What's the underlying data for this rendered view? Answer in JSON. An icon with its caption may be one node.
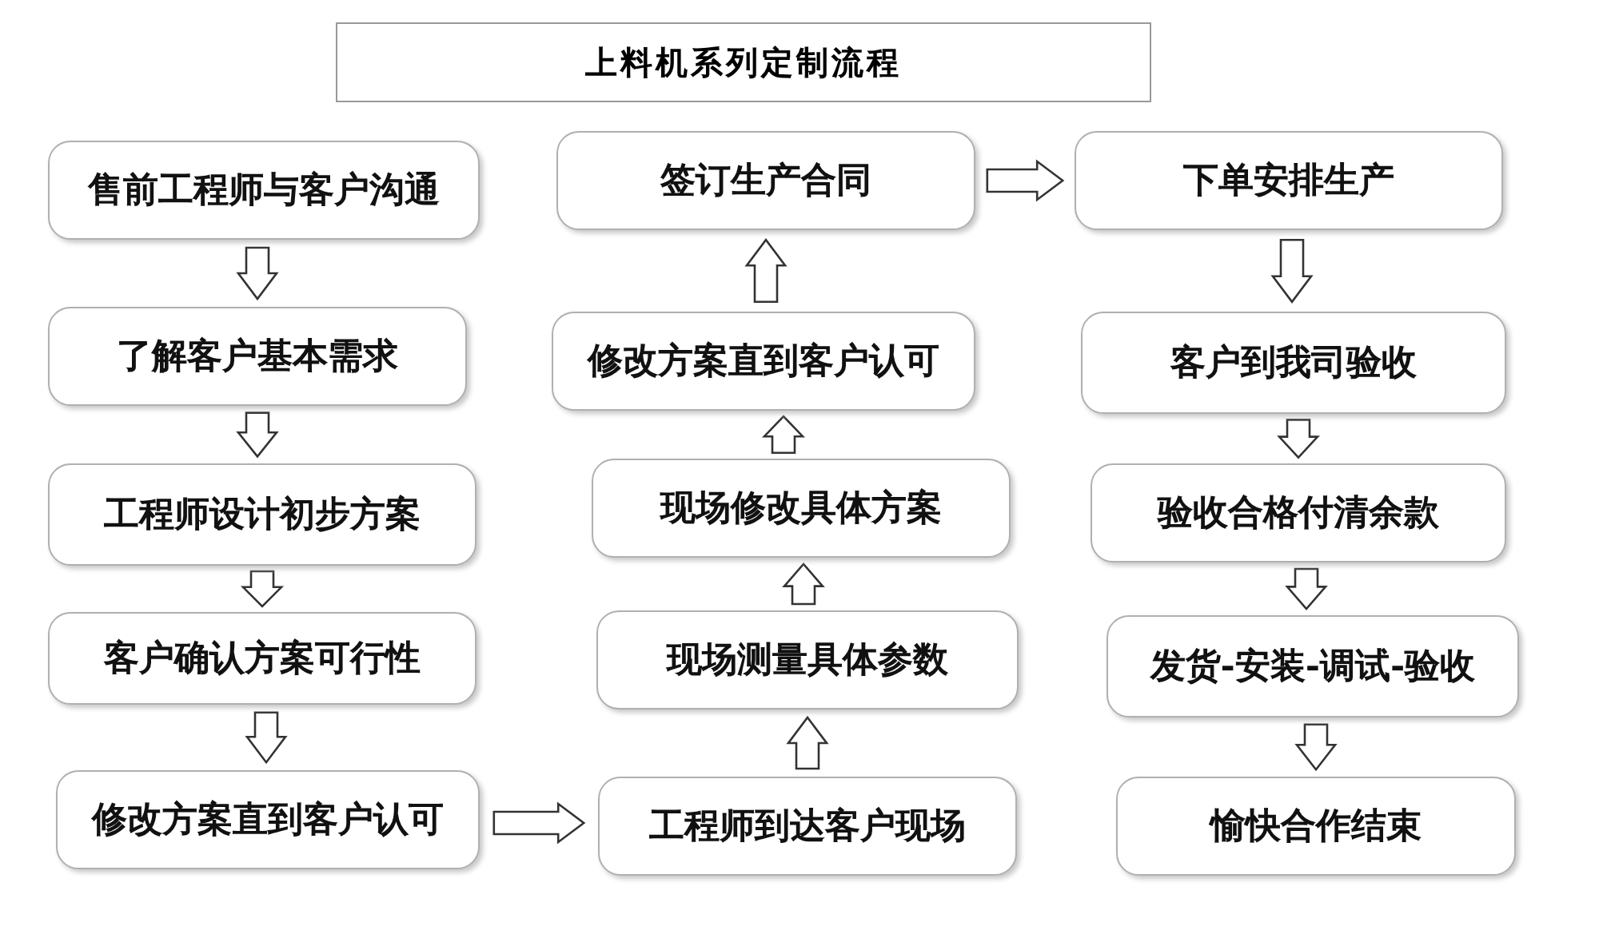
{
  "diagram": {
    "title": "上料机系列定制流程",
    "nodes": [
      {
        "text": [
          "售前工程师与客户沟通"
        ]
      },
      {
        "text": [
          "了解客户基本需求"
        ]
      },
      {
        "text": [
          "工程师设计初步方案"
        ]
      },
      {
        "text": [
          "客户确认方案可行性"
        ]
      },
      {
        "text": [
          "修改方案直到客户认可"
        ]
      },
      {
        "text": [
          "签订生产合同"
        ]
      },
      {
        "text": [
          "修改方案直到客户认可"
        ]
      },
      {
        "text": [
          "现场修改具体方案"
        ]
      },
      {
        "text": [
          "现场测量具体参数"
        ]
      },
      {
        "text": [
          "工程师到达客户现场"
        ]
      },
      {
        "text": [
          "下单安排生产"
        ]
      },
      {
        "text": [
          "客户到我司验收"
        ]
      },
      {
        "text": [
          "验收合格付清余款"
        ]
      },
      {
        "text": [
          "发货-安装-调试-验收"
        ]
      },
      {
        "text": [
          "愉快合作结束"
        ]
      }
    ],
    "edges": [
      {
        "from": 0,
        "to": 1,
        "arrow": "to"
      },
      {
        "from": 1,
        "to": 2,
        "arrow": "to"
      },
      {
        "from": 2,
        "to": 3,
        "arrow": "to"
      },
      {
        "from": 3,
        "to": 4,
        "arrow": "to"
      },
      {
        "from": 4,
        "to": 9,
        "arrow": "to"
      },
      {
        "from": 9,
        "to": 8,
        "arrow": "to"
      },
      {
        "from": 8,
        "to": 7,
        "arrow": "to"
      },
      {
        "from": 7,
        "to": 6,
        "arrow": "to"
      },
      {
        "from": 6,
        "to": 5,
        "arrow": "to"
      },
      {
        "from": 5,
        "to": 10,
        "arrow": "to"
      },
      {
        "from": 10,
        "to": 11,
        "arrow": "to"
      },
      {
        "from": 11,
        "to": 12,
        "arrow": "to"
      },
      {
        "from": 12,
        "to": 13,
        "arrow": "to"
      },
      {
        "from": 13,
        "to": 14,
        "arrow": "to"
      }
    ]
  }
}
